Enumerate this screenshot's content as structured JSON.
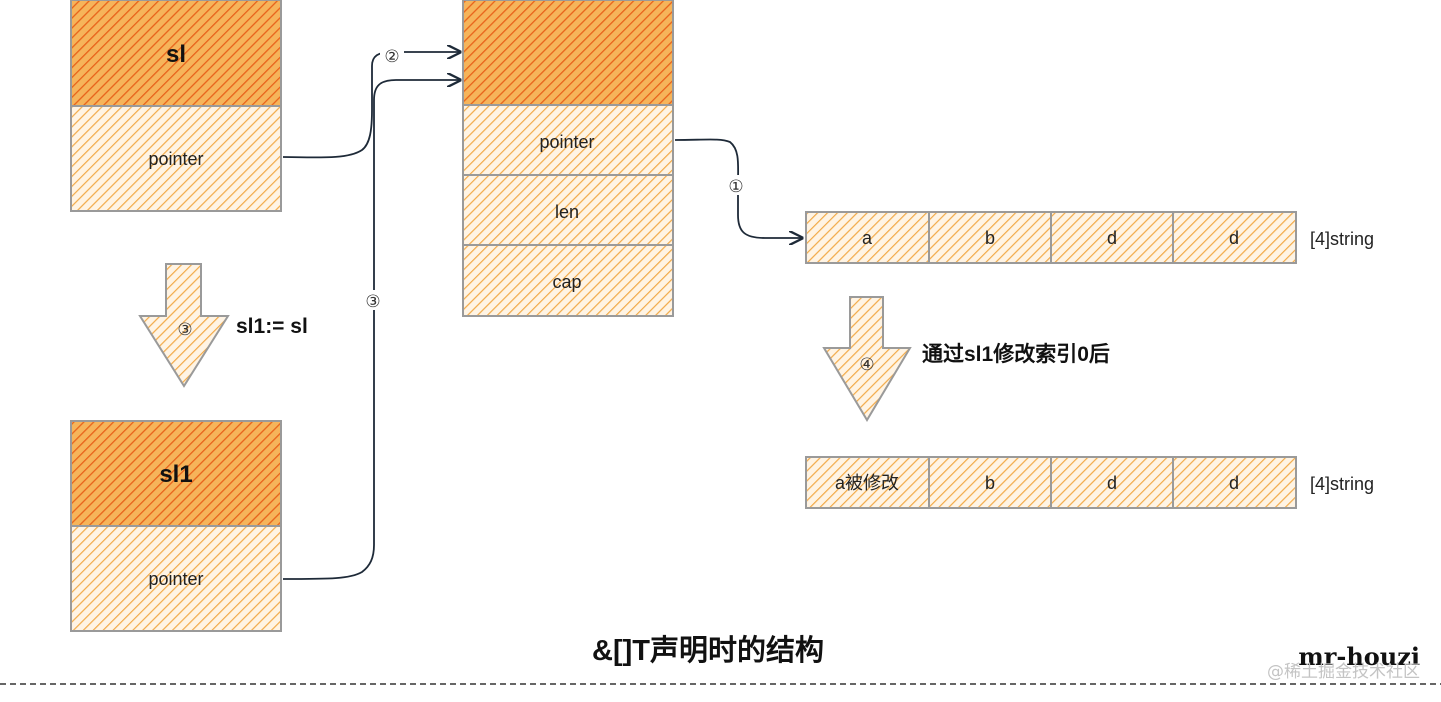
{
  "colors": {
    "header_fill": "#e8621a",
    "cell_fill": "#f2aa48",
    "border": "#9a9a9a",
    "arrow": "#1e2a38"
  },
  "sl": {
    "header": "sl",
    "field": "pointer"
  },
  "sl1": {
    "header": "sl1",
    "field": "pointer"
  },
  "slice_header": {
    "header": "",
    "fields": [
      "pointer",
      "len",
      "cap"
    ]
  },
  "array_top": {
    "cells": [
      "a",
      "b",
      "d",
      "d"
    ],
    "type_label": "[4]string"
  },
  "array_bottom": {
    "cells": [
      "a被修改",
      "b",
      "d",
      "d"
    ],
    "type_label": "[4]string"
  },
  "steps": {
    "assign_marker": "③",
    "assign_text": "sl1:= sl",
    "modify_marker": "④",
    "modify_text": "通过sl1修改索引0后",
    "edge_marker_1": "①",
    "edge_marker_2": "②",
    "edge_marker_3": "③"
  },
  "caption": "&[]T声明时的结构",
  "signature": "mr-houzi",
  "watermark": "@稀土掘金技术社区"
}
